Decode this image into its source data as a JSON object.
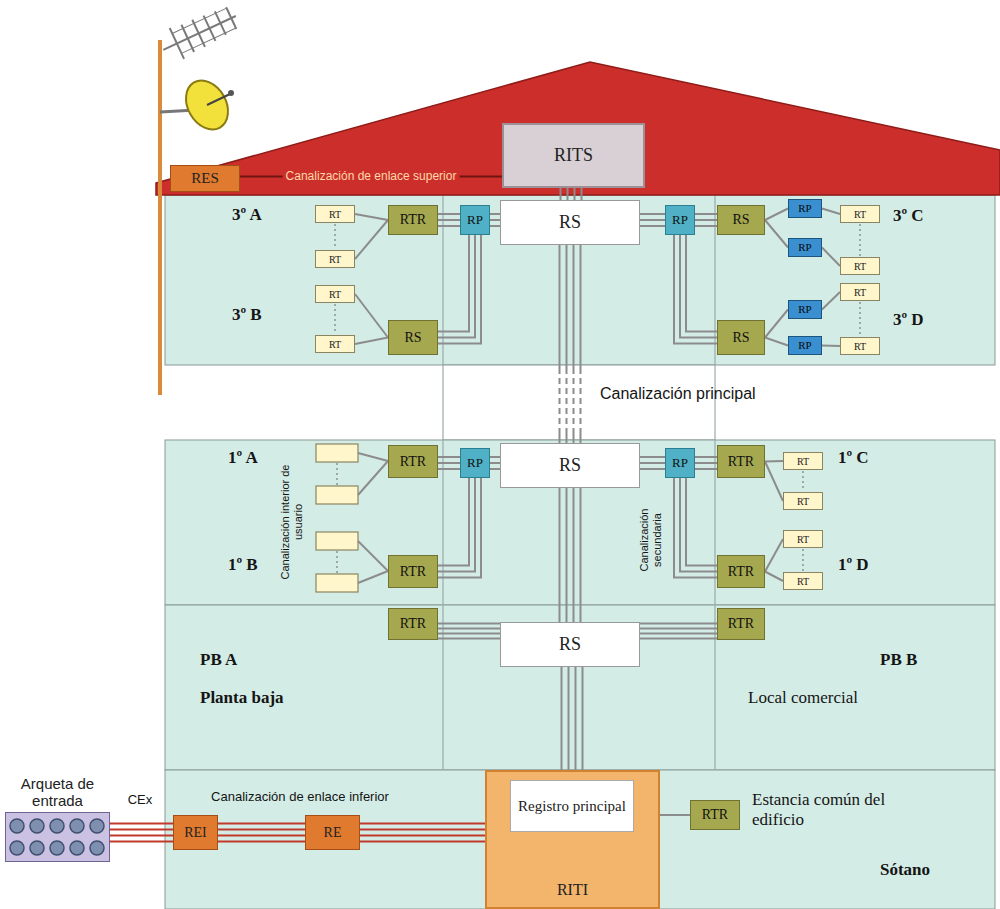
{
  "diagram": {
    "nodes": [
      {
        "text": [
          "RITS"
        ]
      },
      {
        "text": [
          "RES"
        ]
      },
      {
        "text": [
          "RS"
        ]
      },
      {
        "text": [
          "RP"
        ]
      },
      {
        "text": [
          "RTR"
        ]
      },
      {
        "text": [
          "RT"
        ]
      },
      {
        "text": [
          "RT"
        ]
      },
      {
        "text": [
          "RS"
        ]
      },
      {
        "text": [
          "RT"
        ]
      },
      {
        "text": [
          "RT"
        ]
      },
      {
        "text": [
          "RP"
        ]
      },
      {
        "text": [
          "RS"
        ]
      },
      {
        "text": [
          "RP"
        ]
      },
      {
        "text": [
          "RT"
        ]
      },
      {
        "text": [
          "RP"
        ]
      },
      {
        "text": [
          "RT"
        ]
      },
      {
        "text": [
          "RS"
        ]
      },
      {
        "text": [
          "RP"
        ]
      },
      {
        "text": [
          "RT"
        ]
      },
      {
        "text": [
          "RP"
        ]
      },
      {
        "text": [
          "RT"
        ]
      },
      {
        "text": [
          "RS"
        ]
      },
      {
        "text": [
          "RP"
        ]
      },
      {
        "text": [
          "RTR"
        ]
      },
      {
        "text": [
          "RTR"
        ]
      },
      {
        "text": [
          "RP"
        ]
      },
      {
        "text": [
          "RTR"
        ]
      },
      {
        "text": [
          "RT"
        ]
      },
      {
        "text": [
          "RT"
        ]
      },
      {
        "text": [
          "RTR"
        ]
      },
      {
        "text": [
          "RT"
        ]
      },
      {
        "text": [
          "RT"
        ]
      },
      {
        "text": [
          "RS"
        ]
      },
      {
        "text": [
          "RTR"
        ]
      },
      {
        "text": [
          "RTR"
        ]
      },
      {
        "text": [
          "Arqueta de entrada"
        ]
      },
      {
        "text": [
          "REI"
        ]
      },
      {
        "text": [
          "RE"
        ]
      },
      {
        "text": [
          "RITI"
        ]
      },
      {
        "text": [
          "Registro principal"
        ],
        "in": 38
      },
      {
        "text": [
          "RTR"
        ]
      }
    ],
    "edges": [
      {
        "from": 1,
        "to": 0,
        "arrow": "none",
        "label": "Canalización de enlace superior"
      },
      {
        "from": 0,
        "to": 2,
        "arrow": "none"
      },
      {
        "from": 2,
        "to": 3,
        "arrow": "none"
      },
      {
        "from": 3,
        "to": 4,
        "arrow": "none"
      },
      {
        "from": 3,
        "to": 7,
        "arrow": "none"
      },
      {
        "from": 4,
        "to": 5,
        "arrow": "none"
      },
      {
        "from": 4,
        "to": 6,
        "arrow": "none"
      },
      {
        "from": 7,
        "to": 8,
        "arrow": "none"
      },
      {
        "from": 7,
        "to": 9,
        "arrow": "none"
      },
      {
        "from": 2,
        "to": 10,
        "arrow": "none"
      },
      {
        "from": 10,
        "to": 11,
        "arrow": "none"
      },
      {
        "from": 10,
        "to": 16,
        "arrow": "none"
      },
      {
        "from": 11,
        "to": 12,
        "arrow": "none"
      },
      {
        "from": 12,
        "to": 13,
        "arrow": "none"
      },
      {
        "from": 11,
        "to": 14,
        "arrow": "none"
      },
      {
        "from": 14,
        "to": 15,
        "arrow": "none"
      },
      {
        "from": 16,
        "to": 17,
        "arrow": "none"
      },
      {
        "from": 17,
        "to": 18,
        "arrow": "none"
      },
      {
        "from": 16,
        "to": 19,
        "arrow": "none"
      },
      {
        "from": 19,
        "to": 20,
        "arrow": "none"
      },
      {
        "from": 2,
        "to": 21,
        "arrow": "none"
      },
      {
        "from": 21,
        "to": 22,
        "arrow": "none"
      },
      {
        "from": 22,
        "to": 23,
        "arrow": "none"
      },
      {
        "from": 22,
        "to": 24,
        "arrow": "none"
      },
      {
        "from": 21,
        "to": 25,
        "arrow": "none"
      },
      {
        "from": 25,
        "to": 26,
        "arrow": "none"
      },
      {
        "from": 25,
        "to": 29,
        "arrow": "none"
      },
      {
        "from": 26,
        "to": 27,
        "arrow": "none"
      },
      {
        "from": 26,
        "to": 28,
        "arrow": "none"
      },
      {
        "from": 29,
        "to": 30,
        "arrow": "none"
      },
      {
        "from": 29,
        "to": 31,
        "arrow": "none"
      },
      {
        "from": 21,
        "to": 32,
        "arrow": "none"
      },
      {
        "from": 32,
        "to": 33,
        "arrow": "none"
      },
      {
        "from": 32,
        "to": 34,
        "arrow": "none"
      },
      {
        "from": 32,
        "to": 39,
        "arrow": "none"
      },
      {
        "from": 35,
        "to": 36,
        "arrow": "none",
        "label": "CEx"
      },
      {
        "from": 36,
        "to": 37,
        "arrow": "none",
        "label": "Canalización de enlace inferior"
      },
      {
        "from": 37,
        "to": 38,
        "arrow": "none"
      },
      {
        "from": 38,
        "to": 40,
        "arrow": "none"
      }
    ],
    "labels": [
      "3º A",
      "3º B",
      "3º C",
      "3º D",
      "Canalización principal",
      "1º A",
      "Canalización interior de usuario",
      "1º B",
      "Canalización secundaria",
      "1º C",
      "1º D",
      "PB A",
      "Planta baja",
      "PB B",
      "Local comercial",
      "Estancia común del edificio",
      "Sótano"
    ]
  }
}
